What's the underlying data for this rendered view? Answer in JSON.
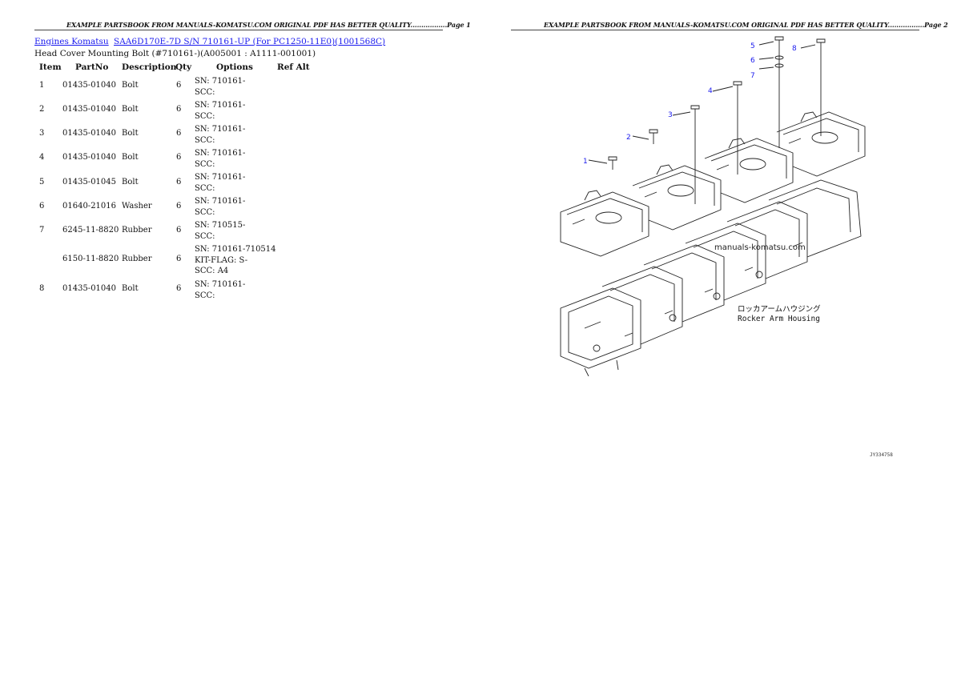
{
  "header": {
    "page1": "EXAMPLE PARTSBOOK FROM MANUALS-KOMATSU.COM ORIGINAL PDF HAS BETTER QUALITY.................Page 1",
    "page2": "EXAMPLE PARTSBOOK FROM MANUALS-KOMATSU.COM ORIGINAL PDF HAS BETTER QUALITY.................Page 2"
  },
  "breadcrumb": {
    "link1": "Engines Komatsu",
    "link2": "SAA6D170E-7D S/N 710161-UP (For PC1250-11E0)(1001568C)"
  },
  "subtitle": "Head Cover Mounting Bolt (#710161-)(A005001 : A1111-001001)",
  "table": {
    "headers": [
      "Item",
      "PartNo",
      "Description",
      "Qty",
      "Options",
      "Ref Alt"
    ],
    "rows": [
      {
        "item": "1",
        "partno": "01435-01040",
        "desc": "Bolt",
        "qty": "6",
        "opt1": "SN: 710161-",
        "opt2": "SCC:",
        "opt3": ""
      },
      {
        "item": "2",
        "partno": "01435-01040",
        "desc": "Bolt",
        "qty": "6",
        "opt1": "SN: 710161-",
        "opt2": "SCC:",
        "opt3": ""
      },
      {
        "item": "3",
        "partno": "01435-01040",
        "desc": "Bolt",
        "qty": "6",
        "opt1": "SN: 710161-",
        "opt2": "SCC:",
        "opt3": ""
      },
      {
        "item": "4",
        "partno": "01435-01040",
        "desc": "Bolt",
        "qty": "6",
        "opt1": "SN: 710161-",
        "opt2": "SCC:",
        "opt3": ""
      },
      {
        "item": "5",
        "partno": "01435-01045",
        "desc": "Bolt",
        "qty": "6",
        "opt1": "SN: 710161-",
        "opt2": "SCC:",
        "opt3": ""
      },
      {
        "item": "6",
        "partno": "01640-21016",
        "desc": "Washer",
        "qty": "6",
        "opt1": "SN: 710161-",
        "opt2": "SCC:",
        "opt3": ""
      },
      {
        "item": "7",
        "partno": "6245-11-8820",
        "desc": "Rubber",
        "qty": "6",
        "opt1": "SN: 710515-",
        "opt2": "SCC:",
        "opt3": ""
      },
      {
        "item": "",
        "partno": "6150-11-8820",
        "desc": "Rubber",
        "qty": "6",
        "opt1": "SN: 710161-710514",
        "opt2": "KIT-FLAG: S-",
        "opt3": "SCC: A4"
      },
      {
        "item": "8",
        "partno": "01435-01040",
        "desc": "Bolt",
        "qty": "6",
        "opt1": "SN: 710161-",
        "opt2": "SCC:",
        "opt3": ""
      }
    ]
  },
  "drawing": {
    "watermark": "manuals-komatsu.com",
    "caption_jp": "ロッカアームハウジング",
    "caption_en": "Rocker Arm Housing",
    "figure_id": "JY334758",
    "callouts": [
      "1",
      "2",
      "3",
      "4",
      "5",
      "6",
      "7",
      "8"
    ],
    "callout_color": "#1a1aee"
  }
}
